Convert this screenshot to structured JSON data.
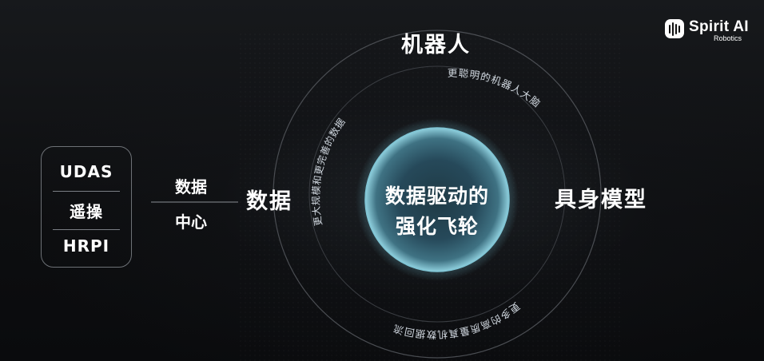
{
  "logo": {
    "name": "Spirit AI",
    "subtitle": "Robotics"
  },
  "left_box": {
    "items": [
      "UDAS",
      "遥操",
      "HRPI"
    ]
  },
  "data_center": {
    "top": "数据",
    "bottom": "中心"
  },
  "nodes": {
    "data": "数据",
    "robot": "机器人",
    "model": "具身模型"
  },
  "core": {
    "line1": "数据驱动的",
    "line2": "强化飞轮"
  },
  "arc_labels": {
    "top_right": "更聪明的机器人大脑",
    "left": "更大规模和更完善的数据",
    "bottom": "更多的高质量真机数据回流"
  },
  "colors": {
    "background": "#0b0c0e",
    "core_fill": "#2a4b58",
    "core_rim": "#7fc4d4",
    "ring_stroke": "#4a4d52",
    "text": "#ffffff",
    "arc_text": "#cfd6de"
  }
}
